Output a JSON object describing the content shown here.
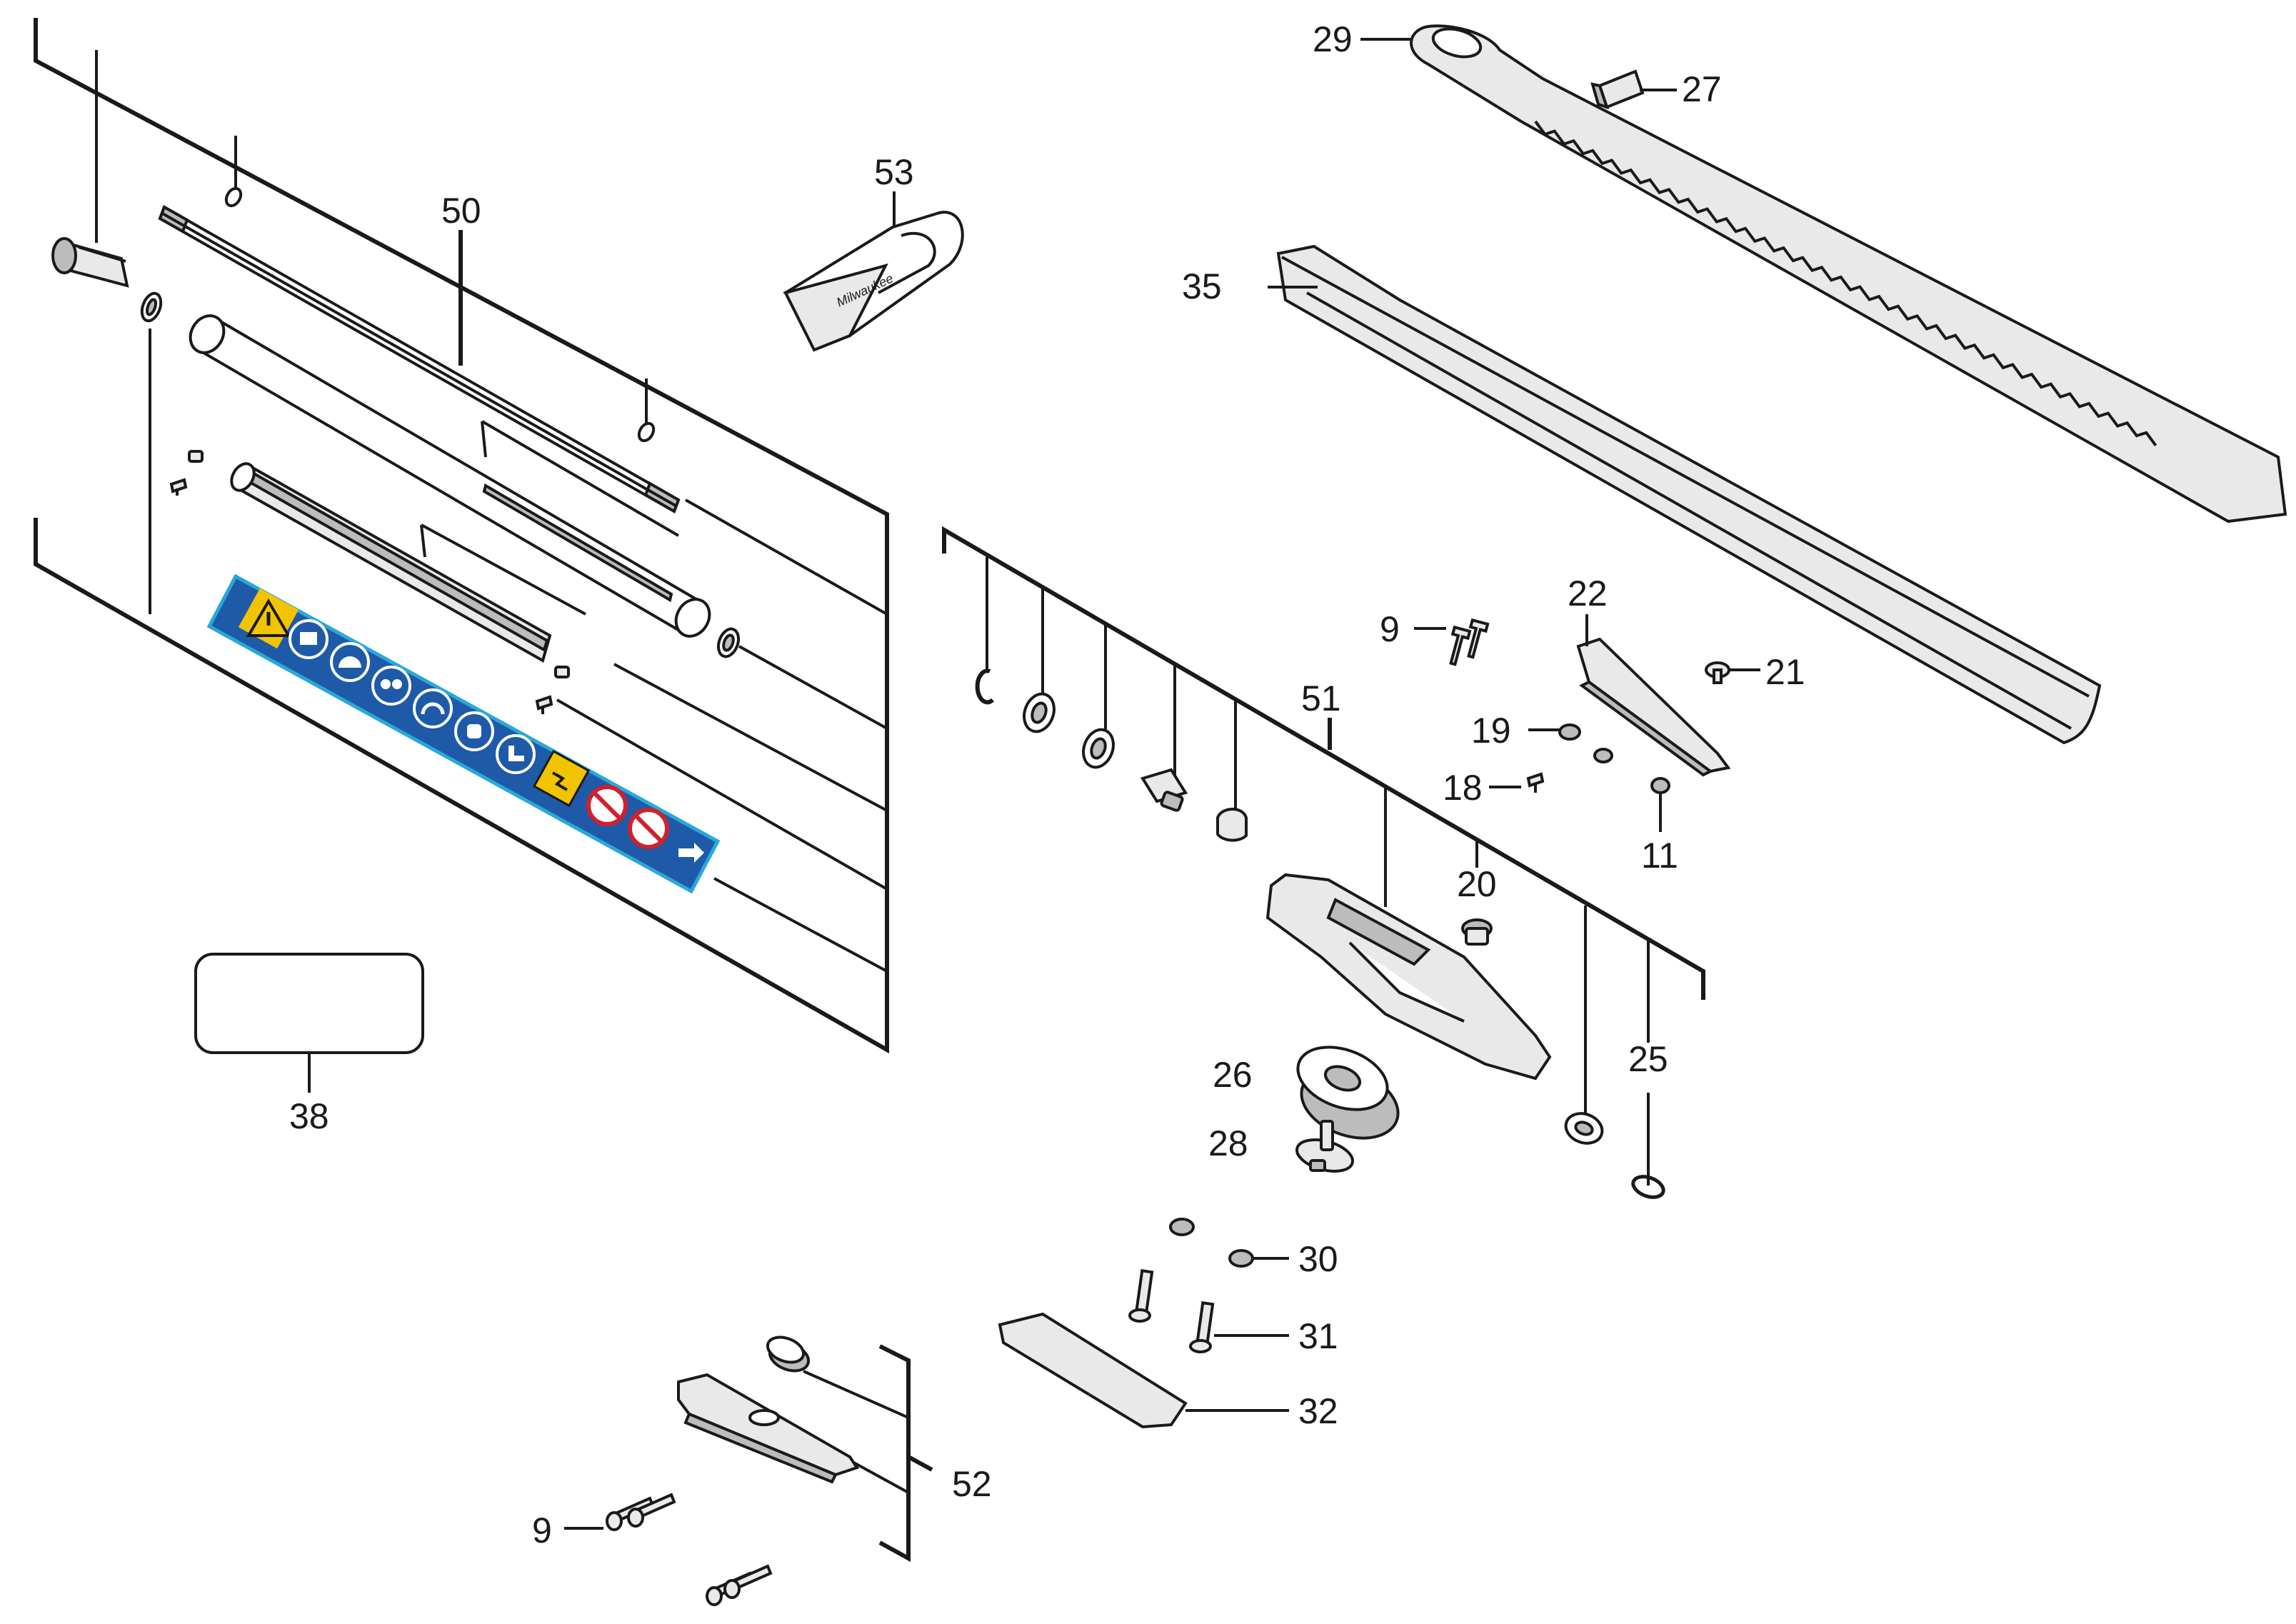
{
  "labels": {
    "l29": "29",
    "l27": "27",
    "l53": "53",
    "l50": "50",
    "l35": "35",
    "l22": "22",
    "l9a": "9",
    "l21": "21",
    "l51": "51",
    "l19": "19",
    "l18": "18",
    "l11": "11",
    "l20": "20",
    "l26": "26",
    "l25": "25",
    "l28": "28",
    "l38": "38",
    "l30": "30",
    "l31": "31",
    "l32": "32",
    "l52": "52",
    "l9b": "9"
  },
  "tag_text": "Milwaukee",
  "colors": {
    "ink": "#1a1a1a",
    "decal_blue": "#1e5aa8",
    "decal_yellow": "#f2c400",
    "decal_red": "#d0202c",
    "decal_cyan": "#2aa8d8"
  },
  "icons": [
    "warning-triangle-icon",
    "read-manual-icon",
    "hard-hat-icon",
    "eye-protection-icon",
    "ear-protection-icon",
    "gloves-icon",
    "boots-icon",
    "power-line-hazard-icon",
    "no-bystanders-icon",
    "no-hands-icon",
    "arrow-icon"
  ]
}
